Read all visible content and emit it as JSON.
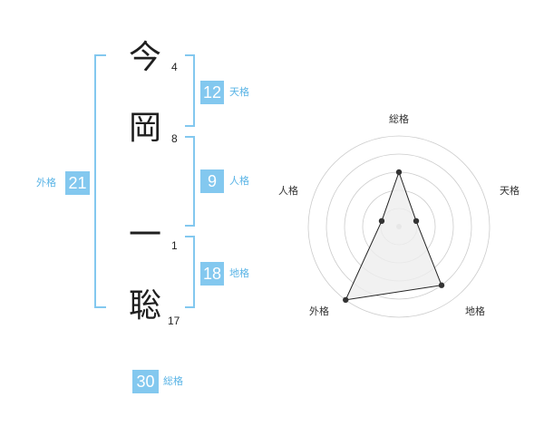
{
  "name": {
    "characters": [
      {
        "char": "今",
        "strokes": "4"
      },
      {
        "char": "岡",
        "strokes": "8"
      },
      {
        "char": "一",
        "strokes": "1"
      },
      {
        "char": "聡",
        "strokes": "17"
      }
    ]
  },
  "fortunes": {
    "tenkaku": {
      "value": "12",
      "label": "天格"
    },
    "jinkaku": {
      "value": "9",
      "label": "人格"
    },
    "chikaku": {
      "value": "18",
      "label": "地格"
    },
    "gaikaku": {
      "value": "21",
      "label": "外格"
    },
    "soukaku": {
      "value": "30",
      "label": "総格"
    }
  },
  "radar": {
    "axes": [
      "総格",
      "天格",
      "地格",
      "外格",
      "人格"
    ],
    "levels": 5,
    "values": [
      3,
      1,
      4,
      5,
      1
    ],
    "colors": {
      "grid": "#cccccc",
      "fill": "#eeeeee",
      "line": "#222222",
      "center": "#cccccc"
    }
  }
}
